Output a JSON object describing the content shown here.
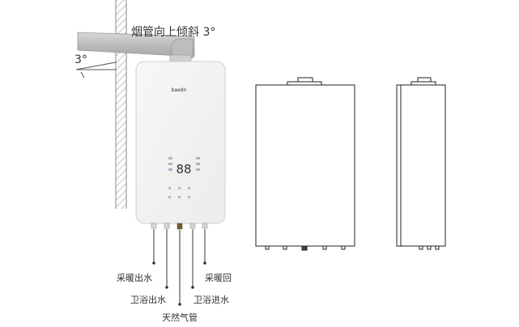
{
  "annotation": {
    "flue_note": "烟管向上倾斜 3°",
    "angle_label": "3°"
  },
  "device": {
    "brand": "baedn",
    "display": "88"
  },
  "ports": [
    {
      "id": "heating-out",
      "label": "采暖出水"
    },
    {
      "id": "bath-out",
      "label": "卫浴出水"
    },
    {
      "id": "gas",
      "label": "天然气管"
    },
    {
      "id": "bath-in",
      "label": "卫浴进水"
    },
    {
      "id": "heating-return",
      "label": "采暖回"
    }
  ],
  "colors": {
    "line": "#333333",
    "panel": "#f2f2f2",
    "pipe": "#c8c8c8",
    "wall": "#bbbbbb",
    "led": "#6a7aa0"
  }
}
